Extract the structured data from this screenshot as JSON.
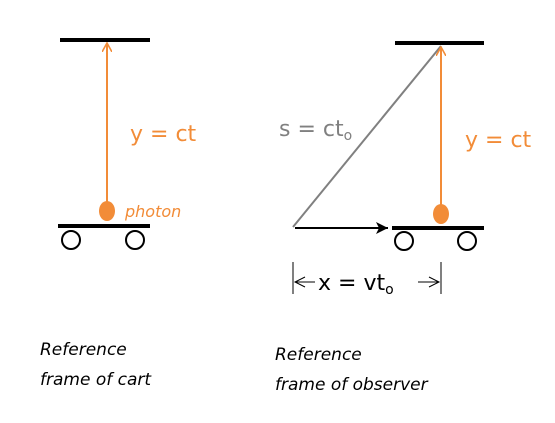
{
  "colors": {
    "photon": "#f28c38",
    "mirror": "#000000",
    "diagonal": "#808080"
  },
  "left_panel": {
    "height_label": "y = ct",
    "photon_label": "photon",
    "caption_line1": "Reference",
    "caption_line2": "frame of cart"
  },
  "right_panel": {
    "diagonal_label_main": "s = ct",
    "diagonal_label_sub": "o",
    "height_label": "y = ct",
    "distance_label_main": "x = vt",
    "distance_label_sub": "o",
    "caption_line1": "Reference",
    "caption_line2": "frame of observer"
  }
}
